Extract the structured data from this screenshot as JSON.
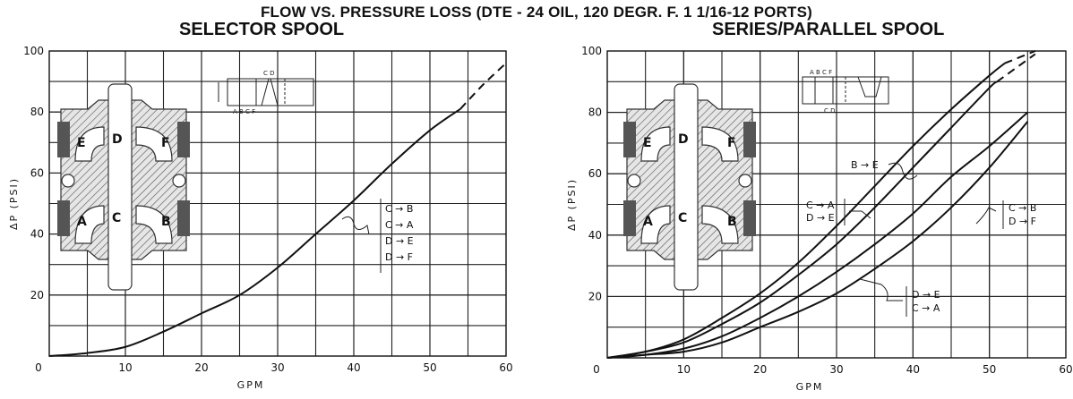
{
  "title": "FLOW VS. PRESSURE LOSS (DTE - 24 OIL,  120 DEGR. F.  1  1/16-12 PORTS)",
  "chart_data": [
    {
      "type": "line",
      "title": "SELECTOR SPOOL",
      "xlabel": "GPM",
      "ylabel": "ΔP (PSI)",
      "xlim": [
        0,
        60
      ],
      "ylim": [
        0,
        100
      ],
      "xticks": [
        0,
        10,
        20,
        30,
        40,
        50,
        60
      ],
      "yticks": [
        20,
        40,
        60,
        80,
        100
      ],
      "grid": true,
      "series": [
        {
          "name": "C → B / C → A / D → E / D → F",
          "x": [
            0,
            5,
            10,
            15,
            20,
            25,
            30,
            35,
            40,
            45,
            50,
            54
          ],
          "y": [
            0,
            1,
            3,
            8,
            14,
            20,
            29,
            40,
            51,
            63,
            74,
            81
          ],
          "extension_x": [
            54,
            57,
            60
          ],
          "extension_y": [
            81,
            89,
            96
          ]
        }
      ],
      "annotation_labels": [
        "C → B",
        "C → A",
        "D → E",
        "D → F"
      ],
      "valve_ports": [
        "E",
        "D",
        "F",
        "A",
        "C",
        "B"
      ],
      "symbol_ports_top": "C D",
      "symbol_ports_bottom": "A B C F"
    },
    {
      "type": "line",
      "title": "SERIES/PARALLEL SPOOL",
      "xlabel": "GPM",
      "ylabel": "ΔP (PSI)",
      "xlim": [
        0,
        60
      ],
      "ylim": [
        0,
        100
      ],
      "xticks": [
        0,
        10,
        20,
        30,
        40,
        50,
        60
      ],
      "yticks": [
        20,
        40,
        60,
        80,
        100
      ],
      "grid": true,
      "series": [
        {
          "name": "B → E",
          "x": [
            0,
            5,
            10,
            15,
            20,
            25,
            30,
            35,
            40,
            45,
            50,
            52
          ],
          "y": [
            0,
            2,
            6,
            13,
            21,
            31,
            43,
            56,
            69,
            81,
            92,
            96
          ],
          "extension_x": [
            52,
            56
          ],
          "extension_y": [
            96,
            100
          ]
        },
        {
          "name": "C → A / D → E",
          "x": [
            0,
            5,
            10,
            15,
            20,
            25,
            30,
            35,
            40,
            45,
            50,
            51
          ],
          "y": [
            0,
            2,
            5,
            11,
            18,
            27,
            37,
            49,
            62,
            75,
            88,
            90
          ],
          "extension_x": [
            51,
            56
          ],
          "extension_y": [
            90,
            99
          ]
        },
        {
          "name": "C → B / D → F",
          "x": [
            0,
            5,
            10,
            15,
            20,
            25,
            30,
            35,
            40,
            45,
            50,
            55
          ],
          "y": [
            0,
            1,
            3,
            7,
            13,
            20,
            28,
            37,
            47,
            59,
            69,
            80
          ]
        },
        {
          "name": "D → E / C → A",
          "x": [
            0,
            5,
            10,
            15,
            20,
            25,
            30,
            35,
            40,
            45,
            50,
            55
          ],
          "y": [
            0,
            1,
            2,
            5,
            10,
            15,
            21,
            29,
            38,
            49,
            62,
            77
          ]
        }
      ],
      "annotation_labels": [
        "B → E",
        "C → A",
        "D → E",
        "C → B",
        "D → F",
        "D → E",
        "C → A"
      ],
      "valve_ports": [
        "E",
        "D",
        "F",
        "A",
        "C",
        "B"
      ],
      "symbol_ports_top": "A B C F",
      "symbol_ports_bottom": "C D"
    }
  ]
}
